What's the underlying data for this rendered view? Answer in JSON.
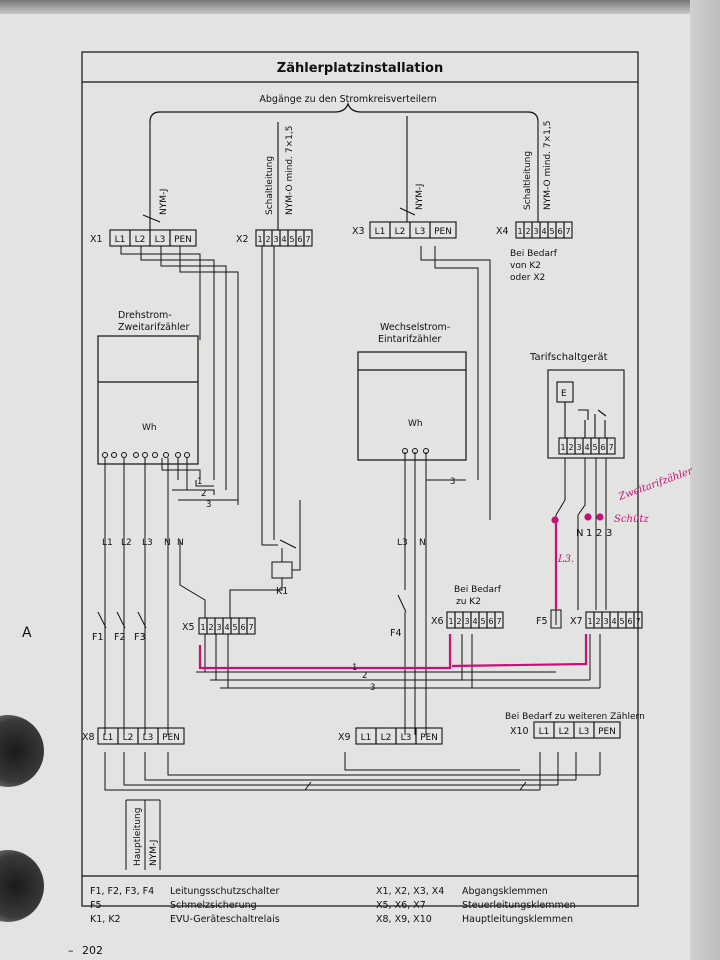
{
  "title": "Zählerplatzinstallation",
  "outgoing_header": "Abgänge zu den Stromkreisverteilern",
  "cable_nym_j": "NYM-J",
  "cable_schaltleitung": "Schaltleitung",
  "cable_nym_o": "NYM-O mind. 7×1,5",
  "terminal_blocks": {
    "x1": {
      "label": "X1",
      "cells": [
        "L1",
        "L2",
        "L3",
        "PEN"
      ]
    },
    "x2": {
      "label": "X2",
      "cells": [
        "1",
        "2",
        "3",
        "4",
        "5",
        "6",
        "7"
      ]
    },
    "x3": {
      "label": "X3",
      "cells": [
        "L1",
        "L2",
        "L3",
        "PEN"
      ]
    },
    "x4": {
      "label": "X4",
      "cells": [
        "1",
        "2",
        "3",
        "4",
        "5",
        "6",
        "7"
      ]
    },
    "x5": {
      "label": "X5",
      "cells": [
        "1",
        "2",
        "3",
        "4",
        "5",
        "6",
        "7"
      ]
    },
    "x6": {
      "label": "X6",
      "cells": [
        "1",
        "2",
        "3",
        "4",
        "5",
        "6",
        "7"
      ]
    },
    "x7": {
      "label": "X7",
      "cells": [
        "1",
        "2",
        "3",
        "4",
        "5",
        "6",
        "7"
      ]
    },
    "x8": {
      "label": "X8",
      "cells": [
        "L1",
        "L2",
        "L3",
        "PEN"
      ]
    },
    "x9": {
      "label": "X9",
      "cells": [
        "L1",
        "L2",
        "L3",
        "PEN"
      ]
    },
    "x10": {
      "label": "X10",
      "cells": [
        "L1",
        "L2",
        "L3",
        "PEN"
      ]
    }
  },
  "x4_note": [
    "Bei Bedarf",
    "von K2",
    "oder X2"
  ],
  "meter3": {
    "title": [
      "Drehstrom-",
      "Zweitarifzähler"
    ],
    "unit": "Wh"
  },
  "meter1": {
    "title": [
      "Wechselstrom-",
      "Eintarifzähler"
    ],
    "unit": "Wh"
  },
  "tariff_device": {
    "title": "Tarifschaltgerät",
    "e_label": "E",
    "cells": [
      "1",
      "2",
      "3",
      "4",
      "5",
      "6",
      "7"
    ]
  },
  "wire_labels": {
    "l1": "L1",
    "l2": "L2",
    "l3": "L3",
    "n": "N",
    "one": "1",
    "two": "2",
    "three": "3"
  },
  "fuses": {
    "f1": "F1",
    "f2": "F2",
    "f3": "F3",
    "f4": "F4",
    "f5": "F5"
  },
  "relay": "K1",
  "x6_note": [
    "Bei Bedarf",
    "zu K2"
  ],
  "x10_note": "Bei Bedarf zu weiteren Zählern",
  "hauptleitung": "Hauptleitung",
  "handwritten": {
    "zweitarif": "Zweitarifzähler",
    "schuetz": "Schütz",
    "l3": "L3.",
    "n": "N"
  },
  "margin_letter": "A",
  "legend": [
    [
      "F1, F2, F3, F4",
      "Leitungsschutzschalter",
      "X1, X2, X3, X4",
      "Abgangsklemmen"
    ],
    [
      "F5",
      "Schmelzsicherung",
      "X5, X6, X7",
      "Steuerleitungsklemmen"
    ],
    [
      "K1, K2",
      "EVU-Geräteschaltrelais",
      "X8, X9, X10",
      "Hauptleitungsklemmen"
    ]
  ],
  "page_number": "202",
  "colors": {
    "ink": "#111111",
    "marker": "#c8107a",
    "paper": "#e3e3e1"
  }
}
